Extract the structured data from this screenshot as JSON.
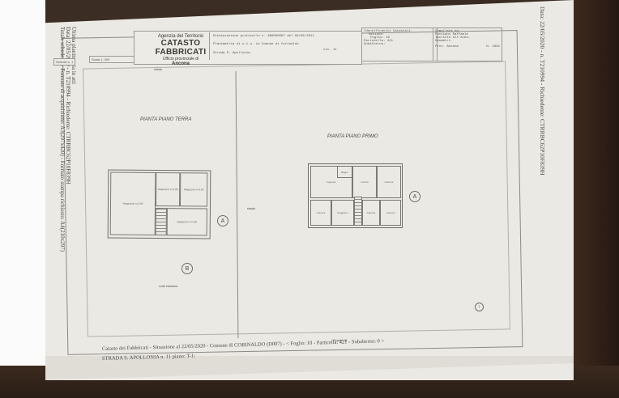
{
  "document": {
    "type": "Cadastral floor plan (scan photo)",
    "header": {
      "agency_line1": "Agenzia del Territorio",
      "agency_line2": "CATASTO FABBRICATI",
      "agency_line3": "Ufficio provinciale di",
      "agency_line4": "Ancona",
      "info_line1": "Dichiarazione protocollo n.   AN0000067 del   08/06/2011",
      "info_line2": "Planimetria di u.i.u. in Comune di Corinaldo",
      "info_line3": "Strada S. Apollonia",
      "info_civ": "civ.   11",
      "ident_title": "Identificativi Catastali:",
      "ident_sezione": "Sezione:",
      "ident_foglio": "Foglio: 10",
      "ident_particella": "Particella: 421",
      "ident_subalterno": "Subalterno:",
      "compil_title": "Compilata da:",
      "compil_name": "Pucciani Raffaele",
      "compil_iscritto": "Iscritto all'albo:",
      "compil_albo": "Geometri",
      "compil_prov": "Prov. Ancona",
      "compil_num": "N. 1891"
    },
    "scheda_label": "Scheda n. 1",
    "scala_label": "Scala 1: 200",
    "right_margin_text": "Data: 22/05/2020 - n. T210994 - Richiedente: CTRRBC62P10F839H",
    "left_margin": {
      "line1": "Ultima planimetria in atti",
      "line2": "Data: 22/05/2020 - n. T210994 - Richiedente: CTRRBC62P10F839H",
      "line3": "Totale schede: 1 - Formato di acquisizione: A3(297x420) - Formato stampa richiesto: A4(210x297)"
    },
    "plans": {
      "ground_title": "PIANTA PIANO TERRA",
      "first_title": "PIANTA PIANO PRIMO",
      "ground_rooms": [
        "Magazzino h=2.80",
        "Magazzino h=2.80",
        "Magazzino h=2.80",
        "Magazzino h=2.80"
      ],
      "first_rooms": [
        "Ingresso",
        "Cucina",
        "Camera",
        "Camera",
        "Camera",
        "Bagno",
        "Soggiorno",
        "Camera"
      ],
      "marker_a": "A",
      "marker_b": "B",
      "ground_small_label": "corte esclusiva",
      "strada_label": "strada",
      "top_label": "strada"
    },
    "footer": {
      "line1": "Catasto dei Fabbricati - Situazione al 22/05/2020 - Comune di CORINALDO (D007) - < Foglio: 10 - Particella: 421 - Subalterno: 0 >",
      "line2": "STRADA S. APOLLONIA n. 11 piano: T-1;",
      "scale_label": "10metri 01"
    }
  }
}
